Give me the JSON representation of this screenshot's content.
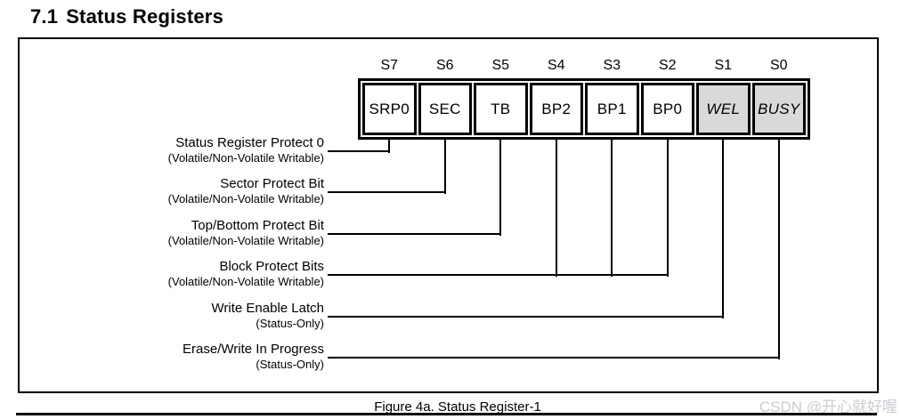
{
  "heading": {
    "number": "7.1",
    "title": "Status Registers"
  },
  "register": {
    "bits": [
      {
        "position": "S7",
        "name": "SRP0"
      },
      {
        "position": "S6",
        "name": "SEC"
      },
      {
        "position": "S5",
        "name": "TB"
      },
      {
        "position": "S4",
        "name": "BP2"
      },
      {
        "position": "S3",
        "name": "BP1"
      },
      {
        "position": "S2",
        "name": "BP0"
      },
      {
        "position": "S1",
        "name": "WEL"
      },
      {
        "position": "S0",
        "name": "BUSY"
      }
    ],
    "shaded_bits": [
      "WEL",
      "BUSY"
    ]
  },
  "annotations": [
    {
      "label": "Status Register Protect 0",
      "sublabel": "(Volatile/Non-Volatile Writable)",
      "target_bits": "S7"
    },
    {
      "label": "Sector Protect Bit",
      "sublabel": "(Volatile/Non-Volatile Writable)",
      "target_bits": "S6"
    },
    {
      "label": "Top/Bottom Protect Bit",
      "sublabel": "(Volatile/Non-Volatile Writable)",
      "target_bits": "S5"
    },
    {
      "label": "Block Protect Bits",
      "sublabel": "(Volatile/Non-Volatile Writable)",
      "target_bits": "S4, S3, S2"
    },
    {
      "label": "Write Enable Latch",
      "sublabel": "(Status-Only)",
      "target_bits": "S1"
    },
    {
      "label": "Erase/Write In Progress",
      "sublabel": "(Status-Only)",
      "target_bits": "S0"
    }
  ],
  "caption": "Figure 4a. Status Register-1",
  "watermark": "CSDN @开心就好喔",
  "colors": {
    "shaded_cell": "#d9d9d9",
    "watermark": "#cbccd2",
    "line": "#000000"
  }
}
